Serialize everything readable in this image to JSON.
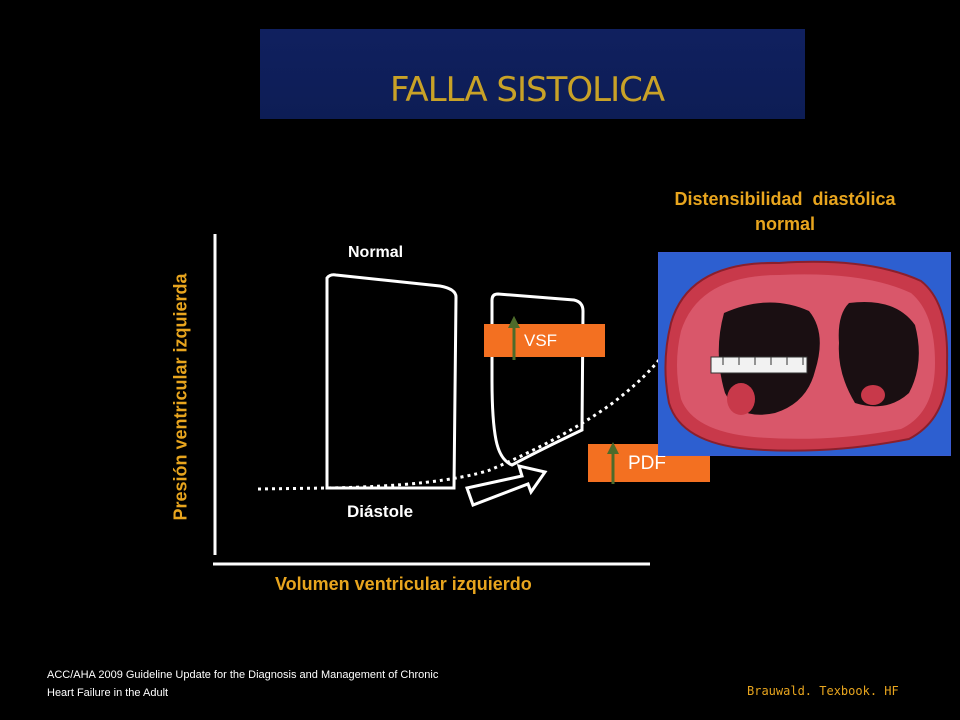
{
  "title": "FALLA SISTOLICA",
  "axes": {
    "y_label": "Presión ventricular izquierda",
    "x_label": "Volumen ventricular izquierdo"
  },
  "loop_labels": {
    "normal": "Normal",
    "diastole": "Diástole"
  },
  "callouts": {
    "vsf": "VSF",
    "pdf": "PDF"
  },
  "heading": {
    "line1": "Distensibilidad  diastólica",
    "line2": "normal"
  },
  "footnote": {
    "line1": "ACC/AHA 2009 Guideline Update for the Diagnosis and Management of Chronic",
    "line2": "Heart Failure in the Adult"
  },
  "credit": "Brauwald. Texbook. HF",
  "colors": {
    "banner": "#10205f",
    "title_gold": "#c9a227",
    "label_orange": "#e8a51e",
    "callout_box": "#f37021",
    "arrow_green": "#4c6b2a",
    "photo_bg": "#2d5fd0",
    "myocardium": "#c8394a"
  },
  "icons": {
    "vsf_arrow": "up-arrow-icon",
    "pdf_arrow": "up-arrow-icon",
    "shift_arrow": "right-up-arrow-icon"
  }
}
